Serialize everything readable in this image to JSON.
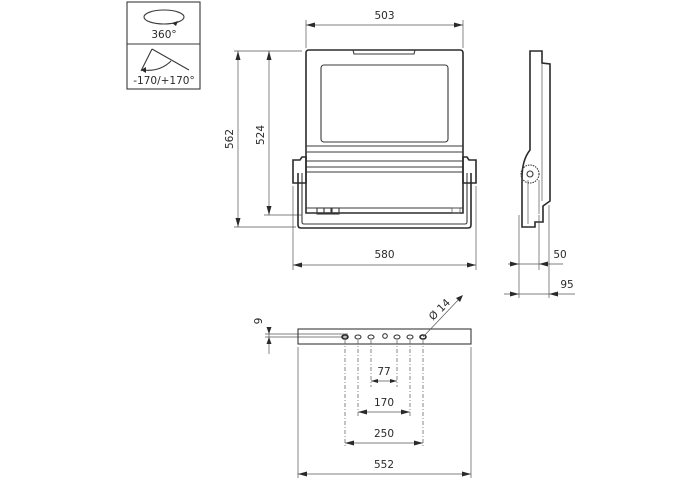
{
  "legend": {
    "rotation_label": "360°",
    "tilt_label": "-170/+170°"
  },
  "front_view": {
    "width_top": "503",
    "height_total": "562",
    "height_body": "524",
    "width_bracket": "580"
  },
  "side_view": {
    "depth_body": "50",
    "depth_total": "95"
  },
  "bracket_view": {
    "thickness": "9",
    "hole_diameter": "Ø 14",
    "spacing_inner": "77",
    "spacing_mid": "170",
    "spacing_outer": "250",
    "bracket_length": "552"
  },
  "colors": {
    "line": "#2b2b2b",
    "background": "#ffffff"
  }
}
